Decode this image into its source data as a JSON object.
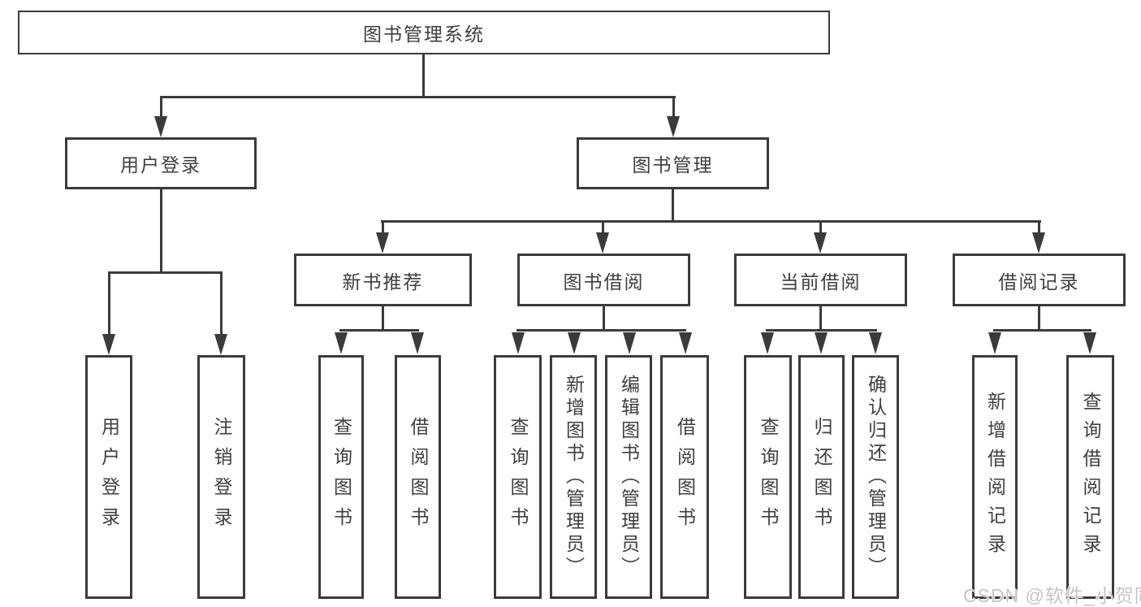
{
  "diagram": {
    "title": "图书管理系统",
    "colors": {
      "line": "#3b3b3b",
      "text": "#3f3f3f",
      "background": "#ffffff",
      "watermark": "#c3c6cb"
    },
    "nodes": {
      "root": "图书管理系统",
      "user_login": "用户登录",
      "book_mgmt": "图书管理",
      "new_book_rec": "新书推荐",
      "book_borrow": "图书借阅",
      "current_borrow": "当前借阅",
      "borrow_record": "借阅记录",
      "leaf_user_login": "用户登录",
      "leaf_logout": "注销登录",
      "leaf_query_book_rec": "查询图书",
      "leaf_borrow_book_rec": "借阅图书",
      "leaf_query_book_borrow": "查询图书",
      "leaf_add_book_admin": "新增图书（管理员）",
      "leaf_edit_book_admin": "编辑图书（管理员）",
      "leaf_borrow_book_borrow": "借阅图书",
      "leaf_query_book_current": "查询图书",
      "leaf_return_book": "归还图书",
      "leaf_confirm_return_admin": "确认归还（管理员）",
      "leaf_add_borrow_record": "新增借阅记录",
      "leaf_query_borrow_record": "查询借阅记录"
    },
    "watermark": "CSDN @软件_小贺同学"
  }
}
